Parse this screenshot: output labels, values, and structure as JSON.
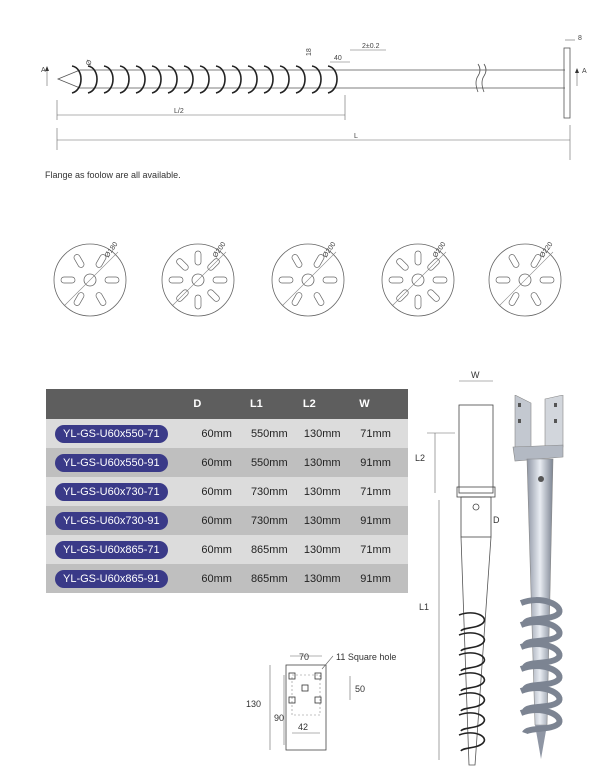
{
  "top_drawing": {
    "labels": {
      "phi": "Ø",
      "dim_18": "18",
      "dim_40": "40",
      "dim_2": "2±0.2",
      "dim_8": "8",
      "half_l": "L/2",
      "l": "L",
      "section_a": "A"
    }
  },
  "note": "Flange as foolow are all available.",
  "flanges": [
    {
      "diameter": "Ø180"
    },
    {
      "diameter": "Ø200"
    },
    {
      "diameter": "Ø200"
    },
    {
      "diameter": "Ø200"
    },
    {
      "diameter": "Ø220"
    }
  ],
  "table": {
    "headers": [
      "",
      "D",
      "L1",
      "L2",
      "W"
    ],
    "rows": [
      {
        "model": "YL-GS-U60x550-71",
        "d": "60mm",
        "l1": "550mm",
        "l2": "130mm",
        "w": "71mm"
      },
      {
        "model": "YL-GS-U60x550-91",
        "d": "60mm",
        "l1": "550mm",
        "l2": "130mm",
        "w": "91mm"
      },
      {
        "model": "YL-GS-U60x730-71",
        "d": "60mm",
        "l1": "730mm",
        "l2": "130mm",
        "w": "71mm"
      },
      {
        "model": "YL-GS-U60x730-91",
        "d": "60mm",
        "l1": "730mm",
        "l2": "130mm",
        "w": "91mm"
      },
      {
        "model": "YL-GS-U60x865-71",
        "d": "60mm",
        "l1": "865mm",
        "l2": "130mm",
        "w": "71mm"
      },
      {
        "model": "YL-GS-U60x865-91",
        "d": "60mm",
        "l1": "865mm",
        "l2": "130mm",
        "w": "91mm"
      }
    ]
  },
  "plate_drawing": {
    "dim_70": "70",
    "square_hole": "11 Square hole",
    "dim_130": "130",
    "dim_90": "90",
    "dim_50": "50",
    "dim_42": "42"
  },
  "pile_drawing": {
    "w": "W",
    "l2": "L2",
    "d": "D",
    "l1": "L1"
  }
}
